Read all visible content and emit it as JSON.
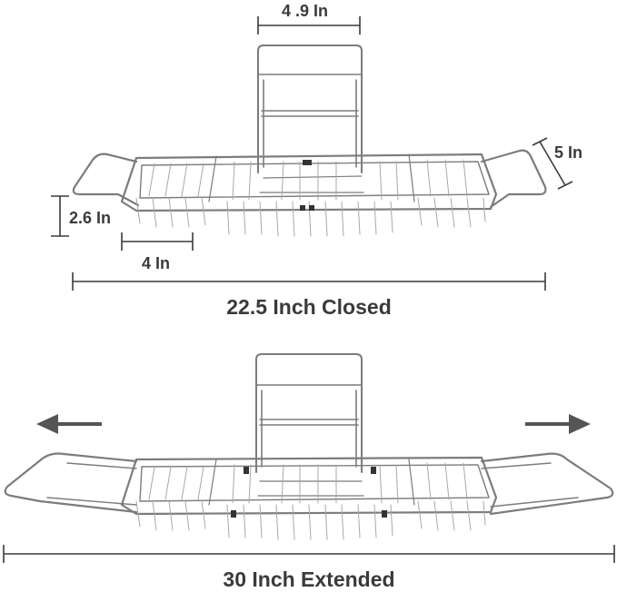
{
  "closed_view": {
    "dim_holder_width": "4 .9 In",
    "dim_depth": "5 In",
    "dim_height": "2.6 In",
    "dim_end_width": "4 In",
    "caption": "22.5 Inch Closed"
  },
  "extended_view": {
    "caption": "30 Inch Extended"
  },
  "colors": {
    "text": "#3a3a3a",
    "wire": "#7c7c7c",
    "arrow": "#555555"
  }
}
